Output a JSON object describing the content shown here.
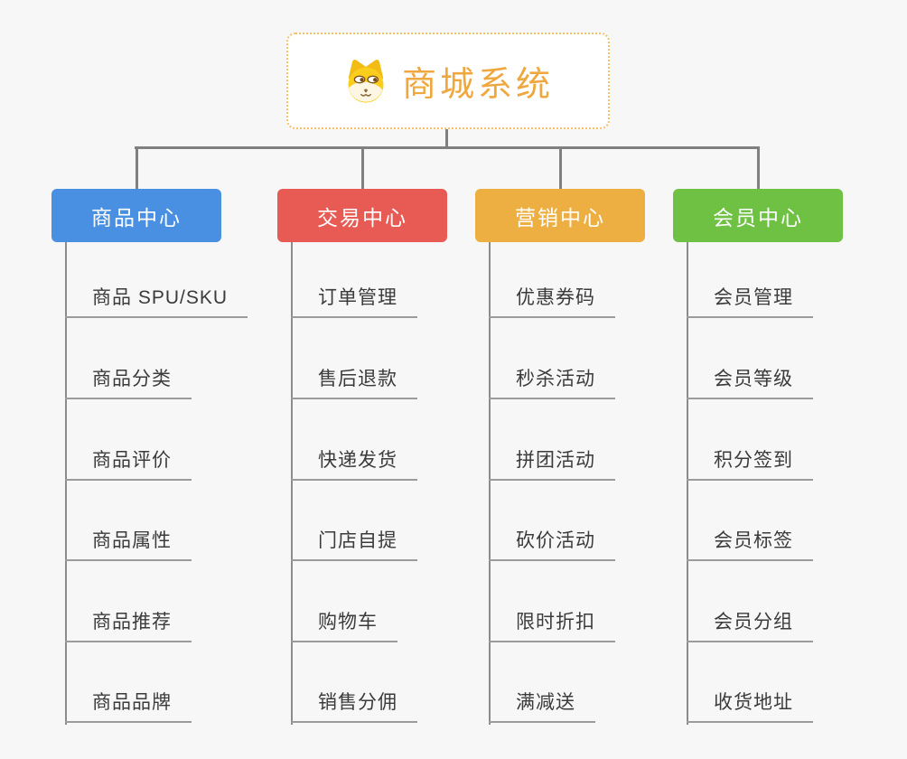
{
  "root": {
    "title": "商城系统",
    "icon": "dog-icon"
  },
  "branches": [
    {
      "label": "商品中心",
      "color": "#4A90E2",
      "children": [
        "商品 SPU/SKU",
        "商品分类",
        "商品评价",
        "商品属性",
        "商品推荐",
        "商品品牌"
      ]
    },
    {
      "label": "交易中心",
      "color": "#E85B55",
      "children": [
        "订单管理",
        "售后退款",
        "快递发货",
        "门店自提",
        "购物车",
        "销售分佣"
      ]
    },
    {
      "label": "营销中心",
      "color": "#EDAF42",
      "children": [
        "优惠券码",
        "秒杀活动",
        "拼团活动",
        "砍价活动",
        "限时折扣",
        "满减送"
      ]
    },
    {
      "label": "会员中心",
      "color": "#6EC143",
      "children": [
        "会员管理",
        "会员等级",
        "积分签到",
        "会员标签",
        "会员分组",
        "收货地址"
      ]
    }
  ],
  "colors": {
    "background": "#F7F7F7",
    "connector": "#808080",
    "leaf_underline": "#9B9B9B",
    "leaf_text": "#3B3B3B",
    "root_border": "#F3C269",
    "root_text": "#EFA73F",
    "header_text": "#FFFFFF"
  }
}
